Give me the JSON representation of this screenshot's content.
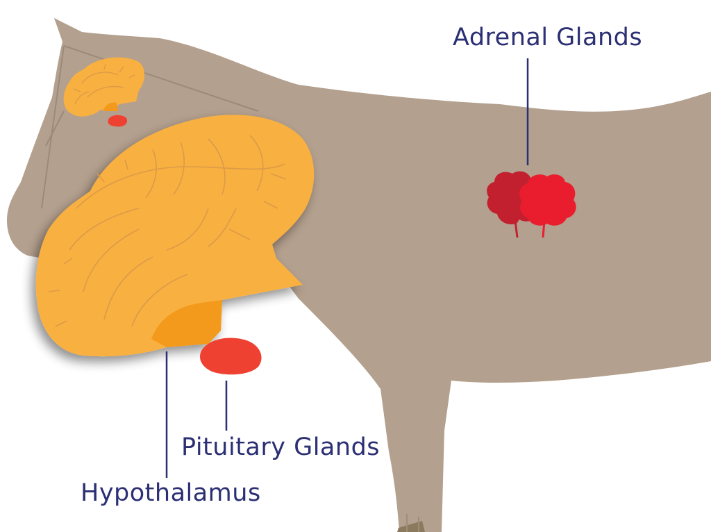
{
  "labels": {
    "adrenal": "Adrenal Glands",
    "pituitary": "Pituitary Glands",
    "hypothalamus": "Hypothalamus"
  },
  "colors": {
    "horse_body": "#b4a08e",
    "brain": "#f8b040",
    "hypothalamus": "#f39a1c",
    "pituitary": "#ee4132",
    "adrenal_back": "#c2202f",
    "adrenal_front": "#ea1d2e",
    "label_text": "#2b2f73",
    "line": "#2b2f73",
    "brain_fold": "#dc9a4a"
  }
}
